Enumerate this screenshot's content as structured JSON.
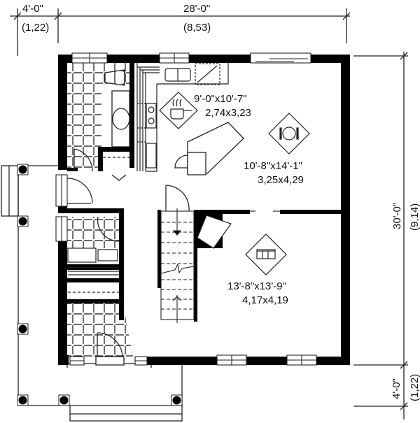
{
  "plan": {
    "type": "floor-plan",
    "level": "ground floor",
    "colors": {
      "wall": "#000000",
      "line": "#222222",
      "background": "#ffffff"
    }
  },
  "dimensions": {
    "top_left": {
      "imperial": "4'-0\"",
      "metric": "(1,22)"
    },
    "top_main": {
      "imperial": "28'-0\"",
      "metric": "(8,53)"
    },
    "right_main": {
      "imperial": "30'-0\"",
      "metric": "(9,14)"
    },
    "right_bottom": {
      "imperial": "4'-0\"",
      "metric": "(1,22)"
    }
  },
  "rooms": [
    {
      "id": "kitchen",
      "icon": "cooking-pot-icon",
      "imperial": "9'-0\"x10'-7\"",
      "metric": "2,74x3,23"
    },
    {
      "id": "dining",
      "icon": "plate-cutlery-icon",
      "imperial": "10'-8\"x14'-1\"",
      "metric": "3,25x4,29"
    },
    {
      "id": "living",
      "icon": "sofa-icon",
      "imperial": "13'-8\"x13'-9\"",
      "metric": "4,17x4,19"
    }
  ]
}
